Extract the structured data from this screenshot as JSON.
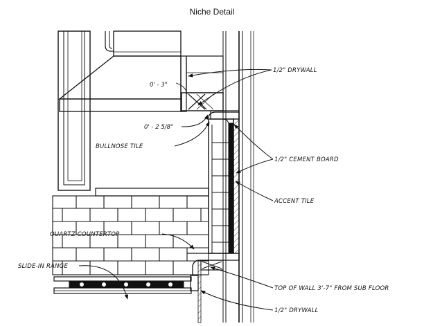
{
  "title": "Niche Detail",
  "dimensions": {
    "depth": "0' - 3\"",
    "gap": "0' - 2 5/8\""
  },
  "labels": {
    "drywall_top": "1/2\" DRYWALL",
    "cement_board": "1/2\" CEMENT BOARD",
    "bullnose": "BULLNOSE TILE",
    "accent": "ACCENT TILE",
    "countertop": "QUARTZ COUNTERTOP",
    "range": "SLIDE-IN RANGE",
    "top_of_wall": "TOP OF WALL 3'-7\" FROM SUB FLOOR",
    "drywall_bottom": "1/2\" DRYWALL"
  }
}
